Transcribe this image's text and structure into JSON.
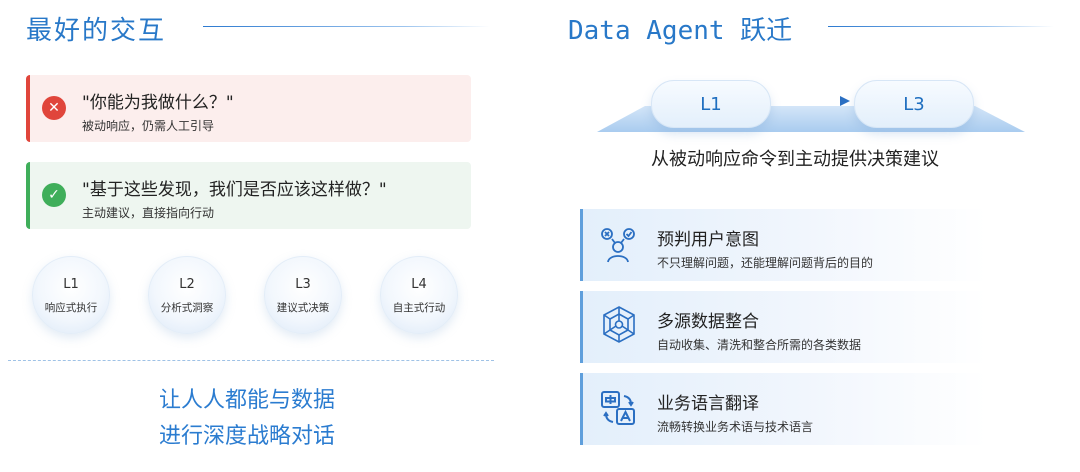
{
  "left": {
    "title": "最好的交互",
    "cards": [
      {
        "quote": "\"你能为我做什么？\"",
        "sub": "被动响应，仍需人工引导",
        "icon": "x-icon",
        "color": "#e0453b"
      },
      {
        "quote": "\"基于这些发现，我们是否应该这样做？\"",
        "sub": "主动建议，直接指向行动",
        "icon": "check-icon",
        "color": "#3fae5a"
      }
    ],
    "levels": [
      {
        "code": "L1",
        "label": "响应式执行"
      },
      {
        "code": "L2",
        "label": "分析式洞察"
      },
      {
        "code": "L3",
        "label": "建议式决策"
      },
      {
        "code": "L4",
        "label": "自主式行动"
      }
    ],
    "slogan_line1": "让人人都能与数据",
    "slogan_line2": "进行深度战略对话"
  },
  "right": {
    "title": "Data Agent 跃迁",
    "from_level": "L1",
    "to_level": "L3",
    "caption": "从被动响应命令到主动提供决策建议",
    "features": [
      {
        "title": "预判用户意图",
        "desc": "不只理解问题，还能理解问题背后的目的",
        "icon": "user-intent-icon"
      },
      {
        "title": "多源数据整合",
        "desc": "自动收集、清洗和整合所需的各类数据",
        "icon": "network-icon"
      },
      {
        "title": "业务语言翻译",
        "desc": "流畅转换业务术语与技术语言",
        "icon": "translate-icon"
      }
    ]
  },
  "colors": {
    "accent": "#2878c8",
    "negative": "#e0453b",
    "positive": "#3fae5a"
  }
}
